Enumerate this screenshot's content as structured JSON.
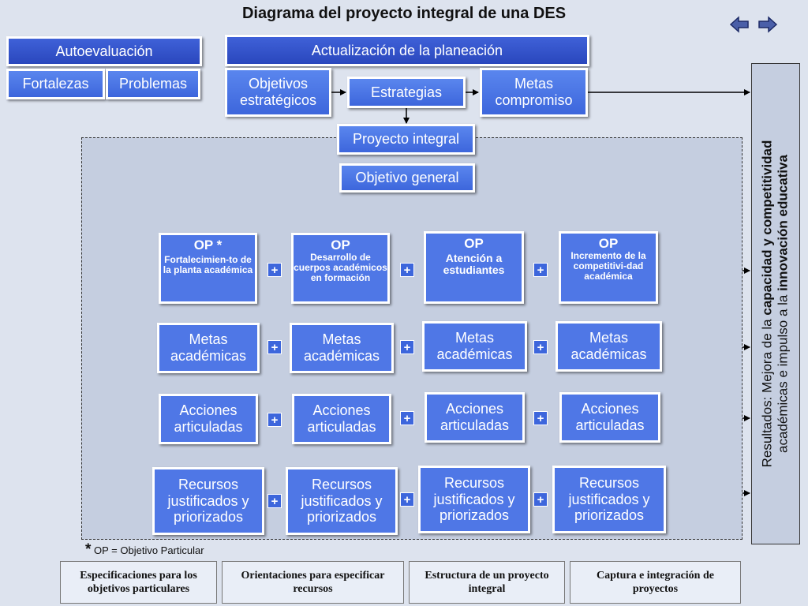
{
  "title": "Diagrama del proyecto integral de una DES",
  "nav": {
    "prev_icon": "arrow-left-icon",
    "next_icon": "arrow-right-icon"
  },
  "autoevaluacion": {
    "label": "Autoevaluación",
    "fortalezas": "Fortalezas",
    "problemas": "Problemas"
  },
  "planeacion": {
    "label": "Actualización de la planeación",
    "objetivos": "Objetivos estratégicos",
    "estrategias": "Estrategias",
    "metas": "Metas compromiso"
  },
  "proyecto_integral": "Proyecto integral",
  "objetivo_general": "Objetivo general",
  "plus": "+",
  "columns": [
    {
      "op": "OP *",
      "desc": "Fortalecimien-to de la planta académica",
      "metas": "Metas académicas",
      "acciones": "Acciones articuladas",
      "recursos": "Recursos justificados y priorizados"
    },
    {
      "op": "OP",
      "desc": "Desarrollo de cuerpos académicos en formación",
      "metas": "Metas académicas",
      "acciones": "Acciones articuladas",
      "recursos": "Recursos justificados y priorizados"
    },
    {
      "op": "OP",
      "desc": "Atención a estudiantes",
      "metas": "Metas académicas",
      "acciones": "Acciones articuladas",
      "recursos": "Recursos justificados y priorizados"
    },
    {
      "op": "OP",
      "desc": "Incremento de la competitivi-dad académica",
      "metas": "Metas académicas",
      "acciones": "Acciones articuladas",
      "recursos": "Recursos justificados y priorizados"
    }
  ],
  "resultados": {
    "line1_pre": "Resultados: Mejora de la ",
    "line1_bold": "capacidad y competitividad",
    "line2_pre": "académicas e impulso a la ",
    "line2_bold": "innovación educativa"
  },
  "footnote": {
    "star": "*",
    "text": " OP = Objetivo Particular"
  },
  "bottom_buttons": [
    "Especificaciones para los objetivos particulares",
    "Orientaciones para especificar recursos",
    "Estructura de un proyecto integral",
    "Captura e integración de proyectos"
  ],
  "colors": {
    "box_blue": "#4f77e6",
    "dark_blue": "#2a47bd",
    "background": "#dde3ee",
    "panel": "#c5cee0"
  }
}
